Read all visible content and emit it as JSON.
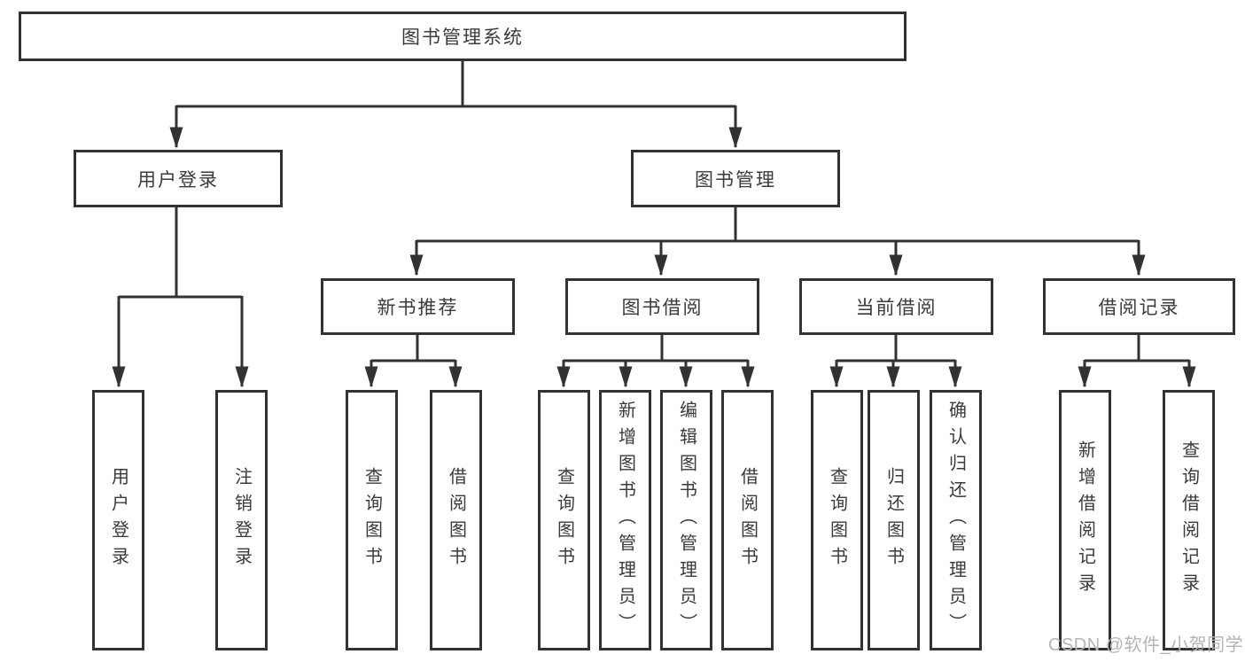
{
  "diagram": {
    "title": "图书管理系统",
    "type": "hierarchy-tree",
    "watermark": "CSDN @软件_小贺同学",
    "colors": {
      "line": "#323232",
      "text": "#3a3a3a",
      "watermark": "#b4b4b4",
      "background": "#ffffff"
    },
    "tree": {
      "label": "图书管理系统",
      "children": [
        {
          "label": "用户登录",
          "children": [
            {
              "label": "用户登录"
            },
            {
              "label": "注销登录"
            }
          ]
        },
        {
          "label": "图书管理",
          "children": [
            {
              "label": "新书推荐",
              "children": [
                {
                  "label": "查询图书"
                },
                {
                  "label": "借阅图书"
                }
              ]
            },
            {
              "label": "图书借阅",
              "children": [
                {
                  "label": "查询图书"
                },
                {
                  "label": "新增图书（管理员）"
                },
                {
                  "label": "编辑图书（管理员）"
                },
                {
                  "label": "借阅图书"
                }
              ]
            },
            {
              "label": "当前借阅",
              "children": [
                {
                  "label": "查询图书"
                },
                {
                  "label": "归还图书"
                },
                {
                  "label": "确认归还（管理员）"
                }
              ]
            },
            {
              "label": "借阅记录",
              "children": [
                {
                  "label": "新增借阅记录"
                },
                {
                  "label": "查询借阅记录"
                }
              ]
            }
          ]
        }
      ]
    }
  }
}
